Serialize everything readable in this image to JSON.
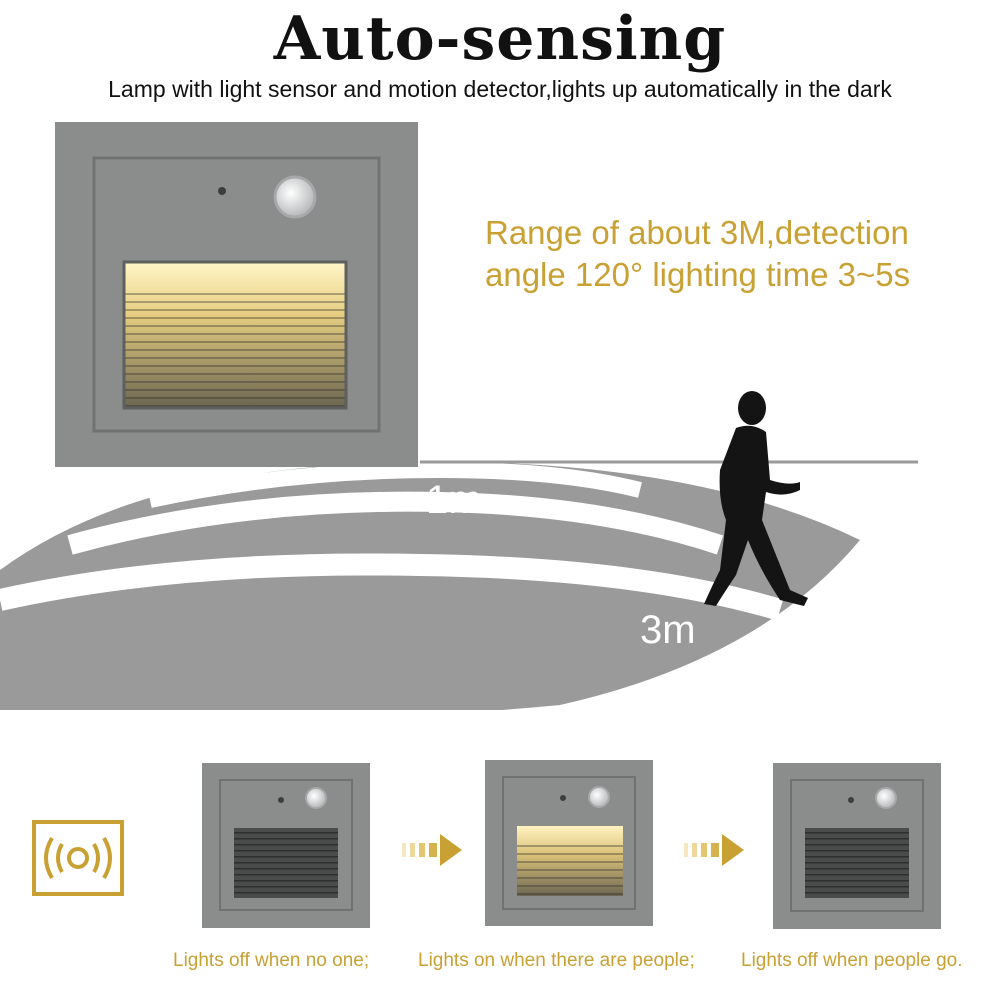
{
  "header": {
    "title": "Auto-sensing",
    "subtitle": "Lamp with light sensor and motion detector,lights up automatically in the dark"
  },
  "spec": {
    "line1": "Range of about 3M,detection",
    "line2": "angle 120°  lighting time 3~5s"
  },
  "distances": {
    "near": "1m",
    "far": "3m"
  },
  "captions": [
    "Lights off when no one;",
    "Lights on when there are people;",
    "Lights off when people go."
  ],
  "icons": {
    "sensor": "motion-sensor-icon",
    "arrow": "arrow-right-icon",
    "person": "walking-person-icon"
  },
  "colors": {
    "accent": "#c9a032",
    "lamp_body": "#8a8d8b",
    "glow": "#f2dc8f",
    "floor": "#9a9a9a"
  }
}
